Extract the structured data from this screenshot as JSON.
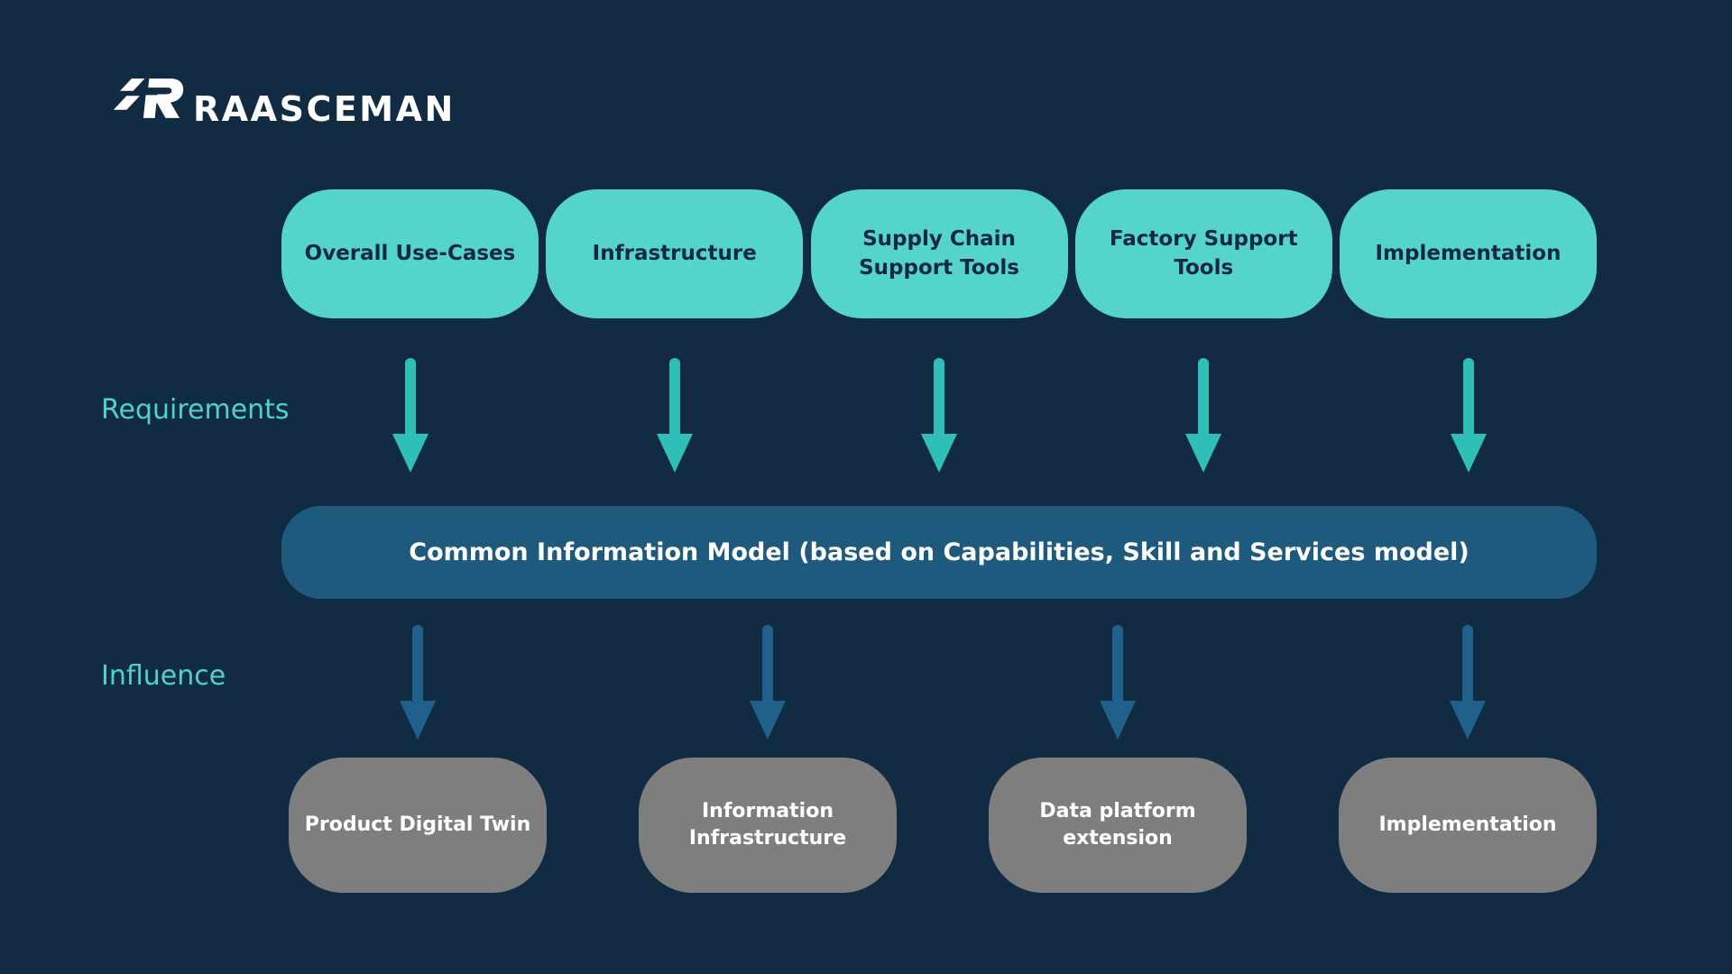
{
  "brand": {
    "name": "RAASCEMAN",
    "logo_icon": "raasceman-r-icon"
  },
  "labels": {
    "requirements": "Requirements",
    "influence": "Influence"
  },
  "top_row": {
    "boxes": [
      {
        "label": "Overall Use-Cases"
      },
      {
        "label": "Infrastructure"
      },
      {
        "label": "Supply Chain Support Tools"
      },
      {
        "label": "Factory Support Tools"
      },
      {
        "label": "Implementation"
      }
    ]
  },
  "center_bar": {
    "label": "Common Information Model (based on Capabilities, Skill and Services model)"
  },
  "bottom_row": {
    "boxes": [
      {
        "label": "Product Digital Twin"
      },
      {
        "label": "Information Infrastructure"
      },
      {
        "label": "Data platform extension"
      },
      {
        "label": "Implementation"
      }
    ]
  },
  "arrows": {
    "requirements_count": 5,
    "influence_count": 4
  },
  "colors": {
    "background": "#112b42",
    "teal_box": "#55d4cc",
    "teal_arrow": "#30bfb8",
    "teal_label": "#4fd2ca",
    "center_bar": "#1e5a7e",
    "influence_arrow": "#20618b",
    "gray_box": "#7e7e7e",
    "dark_text": "#13293e",
    "white_text": "#ffffff"
  }
}
